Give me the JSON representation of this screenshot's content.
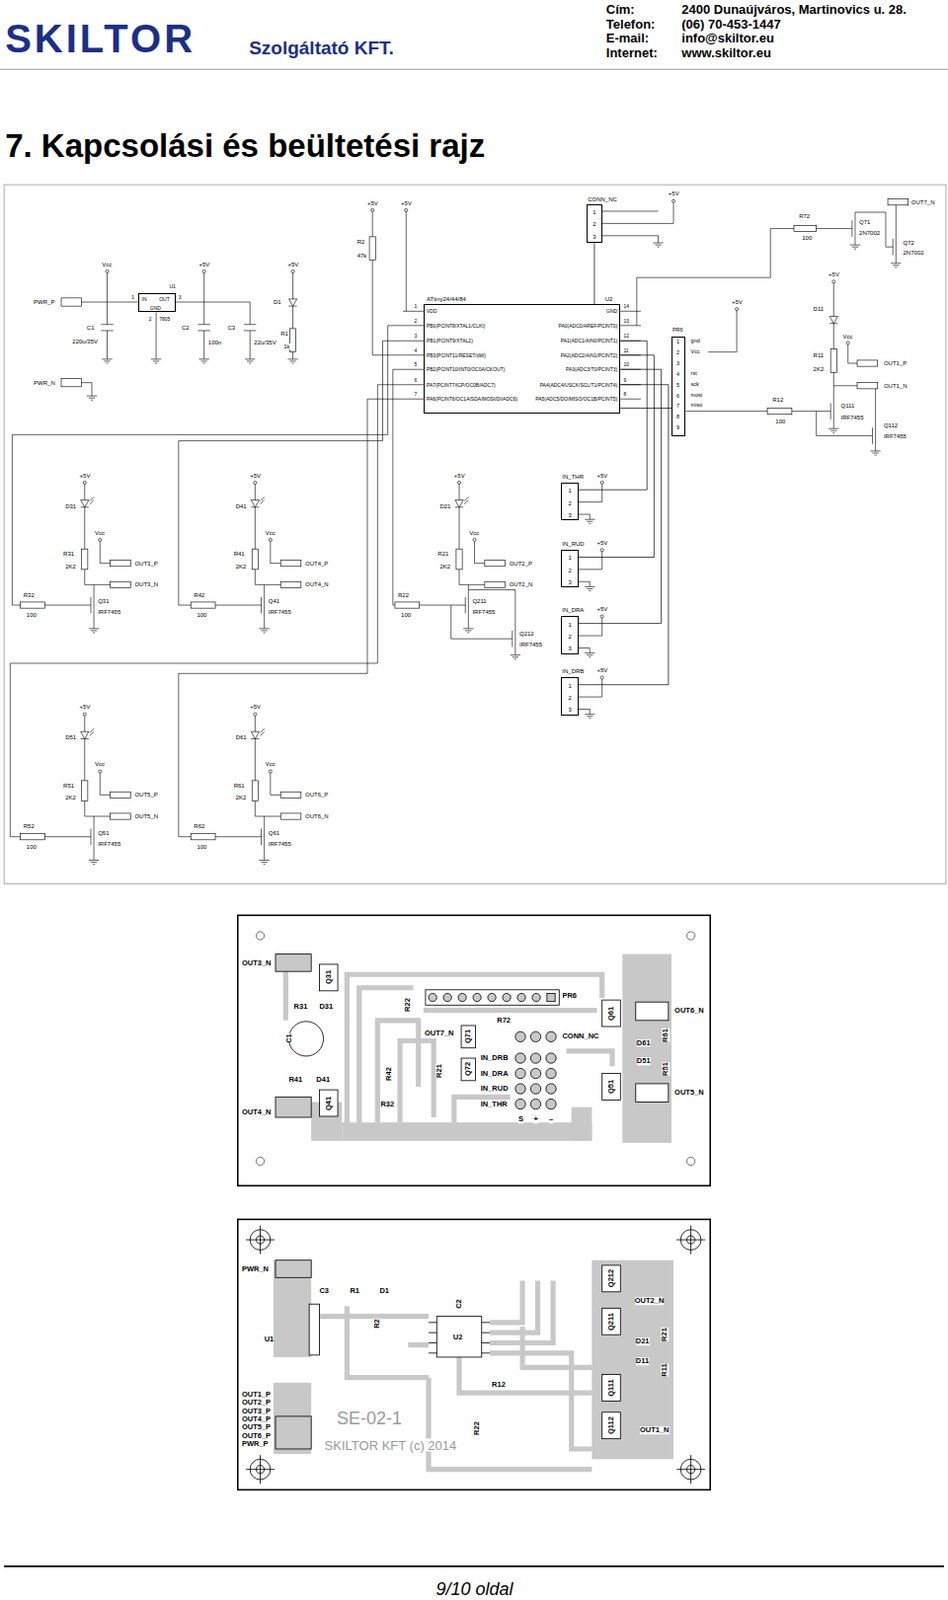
{
  "diagram": {
    "title": "7. Kapcsolási és beültetési rajz",
    "nodes": [
      {
        "text": [
          "ATtiny24/44/84",
          "U2"
        ]
      },
      {
        "text": [
          "U1",
          "IN",
          "OUT",
          "GND"
        ]
      },
      {
        "text": [
          "CONN_NC",
          "1",
          "2",
          "3"
        ]
      },
      {
        "text": [
          "PR6",
          "1",
          "2",
          "3",
          "4",
          "5",
          "6",
          "7",
          "8",
          "9"
        ]
      },
      {
        "text": [
          "IN_THR",
          "1",
          "2",
          "3"
        ]
      },
      {
        "text": [
          "IN_RUD",
          "1",
          "2",
          "3"
        ]
      },
      {
        "text": [
          "IN_DRA",
          "1",
          "2",
          "3"
        ]
      },
      {
        "text": [
          "IN_DRB",
          "1",
          "2",
          "3"
        ]
      }
    ],
    "edges": [
      {
        "from": 2,
        "to": 0,
        "arrow": "none"
      },
      {
        "from": 3,
        "to": 0,
        "arrow": "none"
      },
      {
        "from": 4,
        "to": 0,
        "arrow": "none"
      },
      {
        "from": 5,
        "to": 0,
        "arrow": "none"
      },
      {
        "from": 6,
        "to": 0,
        "arrow": "none"
      },
      {
        "from": 7,
        "to": 0,
        "arrow": "none"
      }
    ],
    "labels": [
      "SKILTOR",
      "Szolgáltató KFT.",
      "Cím:",
      "2400 Dunaújváros, Martinovics u. 28.",
      "Telefon:",
      "(06) 70-453-1447",
      "E-mail:",
      "info@skiltor.eu",
      "Internet:",
      "www.skiltor.eu",
      "PWR_P",
      "PWR_N",
      "Vcc",
      "C1",
      "220u/35V",
      "1",
      "3",
      "2",
      "7805",
      "+5V",
      "C2",
      "100n",
      "C3",
      "22u/35V",
      "+5V",
      "D1",
      "R1",
      "1k",
      "+5V",
      "R2",
      "47k",
      "+5V",
      "1",
      "VDD",
      "2",
      "PB0(PCINT8/XTAL1/CLKI)",
      "3",
      "PB1(PCINT9/XTAL2)",
      "4",
      "PB3(PCINT11/RESET/dW)",
      "5",
      "PB2(PCINT10/INT0/OC0A/CKOUT)",
      "6",
      "PA7(PCINT7/ICP/OC0B/ADC7)",
      "7",
      "PA6(PCINT6/OC1A/SDA/MOSI/DI/ADC6)",
      "14",
      "GND",
      "13",
      "PA0(ADC0/AREF/PCINT0)",
      "12",
      "PA1(ADC1/AIN0/PCINT1)",
      "11",
      "PA2(ADC2/AIN1/PCINT2)",
      "10",
      "PA3(ADC3/T0/PCINT3)",
      "9",
      "PA4(ADC4/USCK/SCL/T1/PCINT4)",
      "8",
      "PA5(ADC5/DO/MISO/OC1B/PCINT5)",
      "+5V",
      "R72",
      "100",
      "Q71",
      "2N7002",
      "Q72",
      "2N7002",
      "OUT7_N",
      "+5V",
      "D11",
      "Vcc",
      "R11",
      "2K2",
      "OUT1_P",
      "OUT1_N",
      "R12",
      "100",
      "Q111",
      "IRF7455",
      "Q112",
      "IRF7455",
      "+5V",
      "gnd",
      "Vcc",
      "rst",
      "sck",
      "mosi",
      "miso",
      "+5V",
      "D31",
      "Vcc",
      "R31",
      "2K2",
      "OUT3_P",
      "OUT3_N",
      "R32",
      "100",
      "Q31",
      "IRF7455",
      "+5V",
      "D41",
      "Vcc",
      "R41",
      "2K2",
      "OUT4_P",
      "OUT4_N",
      "R42",
      "100",
      "Q41",
      "IRF7455",
      "+5V",
      "D21",
      "Vcc",
      "R21",
      "2K2",
      "OUT2_P",
      "OUT2_N",
      "R22",
      "100",
      "Q211",
      "IRF7455",
      "Q212",
      "IRF7455",
      "+5V",
      "D51",
      "Vcc",
      "R51",
      "2K2",
      "OUT5_P",
      "OUT5_N",
      "R52",
      "100",
      "Q51",
      "IRF7455",
      "+5V",
      "D61",
      "Vcc",
      "R61",
      "2K2",
      "OUT6_P",
      "OUT6_N",
      "R62",
      "100",
      "Q61",
      "IRF7455",
      "+5V",
      "+5V",
      "+5V",
      "+5V",
      "OUT3_N",
      "Q31",
      "R31",
      "D31",
      "C1",
      "R41",
      "D41",
      "Q41",
      "OUT4_N",
      "R42",
      "R32",
      "R22",
      "PR6",
      "R72",
      "OUT7_N",
      "Q71",
      "Q72",
      "R21",
      "CONN_NC",
      "IN_DRB",
      "IN_DRA",
      "IN_RUD",
      "IN_THR",
      "S",
      "+",
      "–",
      "Q61",
      "OUT6_N",
      "D61",
      "R61",
      "D51",
      "R51",
      "Q51",
      "OUT5_N",
      "PWR_N",
      "C3",
      "R1",
      "D1",
      "C2",
      "R2",
      "U1",
      "U2",
      "R12",
      "R22",
      "Q212",
      "OUT2_N",
      "Q211",
      "D21",
      "R21",
      "D11",
      "R11",
      "Q111",
      "OUT1_N",
      "Q112",
      "OUT1_P",
      "OUT2_P",
      "OUT3_P",
      "OUT4_P",
      "OUT5_P",
      "OUT6_P",
      "PWR_P",
      "SE-02-1",
      "SKILTOR KFT (c) 2014",
      "9/10 oldal"
    ]
  }
}
